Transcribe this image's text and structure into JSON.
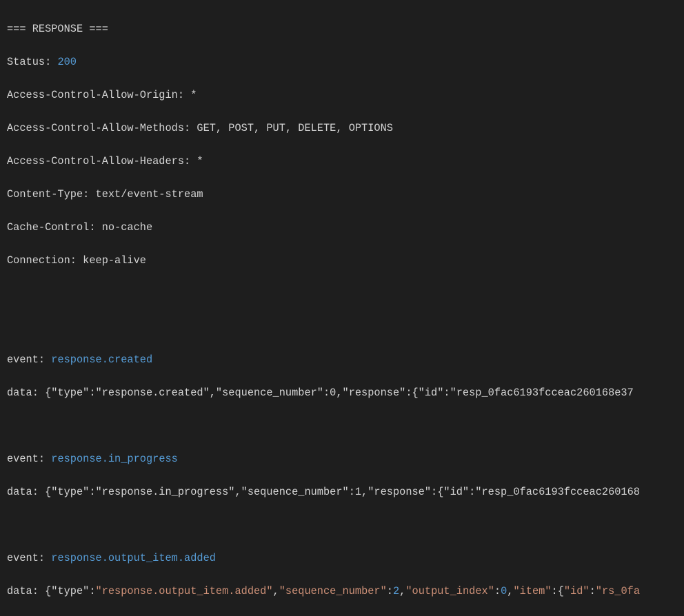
{
  "header": "=== RESPONSE ===",
  "status": {
    "label": "Status: ",
    "value": "200"
  },
  "headers": [
    "Access-Control-Allow-Origin: *",
    "Access-Control-Allow-Methods: GET, POST, PUT, DELETE, OPTIONS",
    "Access-Control-Allow-Headers: *",
    "Content-Type: text/event-stream",
    "Cache-Control: no-cache",
    "Connection: keep-alive"
  ],
  "event_label": "event: ",
  "events": [
    {
      "name": "response.created",
      "data": "data: {\"type\":\"response.created\",\"sequence_number\":0,\"response\":{\"id\":\"resp_0fac6193fcceac260168e37"
    },
    {
      "name": "response.in_progress",
      "data": "data: {\"type\":\"response.in_progress\",\"sequence_number\":1,\"response\":{\"id\":\"resp_0fac6193fcceac260168"
    },
    {
      "name": "response.output_item.added",
      "data_parts": {
        "p1": "data: {\"type\":",
        "p2": "\"response.output_item.added\"",
        "p3": ",",
        "p4": "\"sequence_number\"",
        "p5": ":",
        "p6": "2",
        "p7": ",",
        "p8": "\"output_index\"",
        "p9": ":",
        "p10": "0",
        "p11": ",",
        "p12": "\"item\"",
        "p13": ":{",
        "p14": "\"id\"",
        "p15": ":",
        "p16": "\"rs_0fa"
      }
    }
  ],
  "colors": {
    "background": "#1e1e1e",
    "text": "#d4d4d4",
    "keyword": "#569cd6",
    "string": "#ce9178"
  }
}
